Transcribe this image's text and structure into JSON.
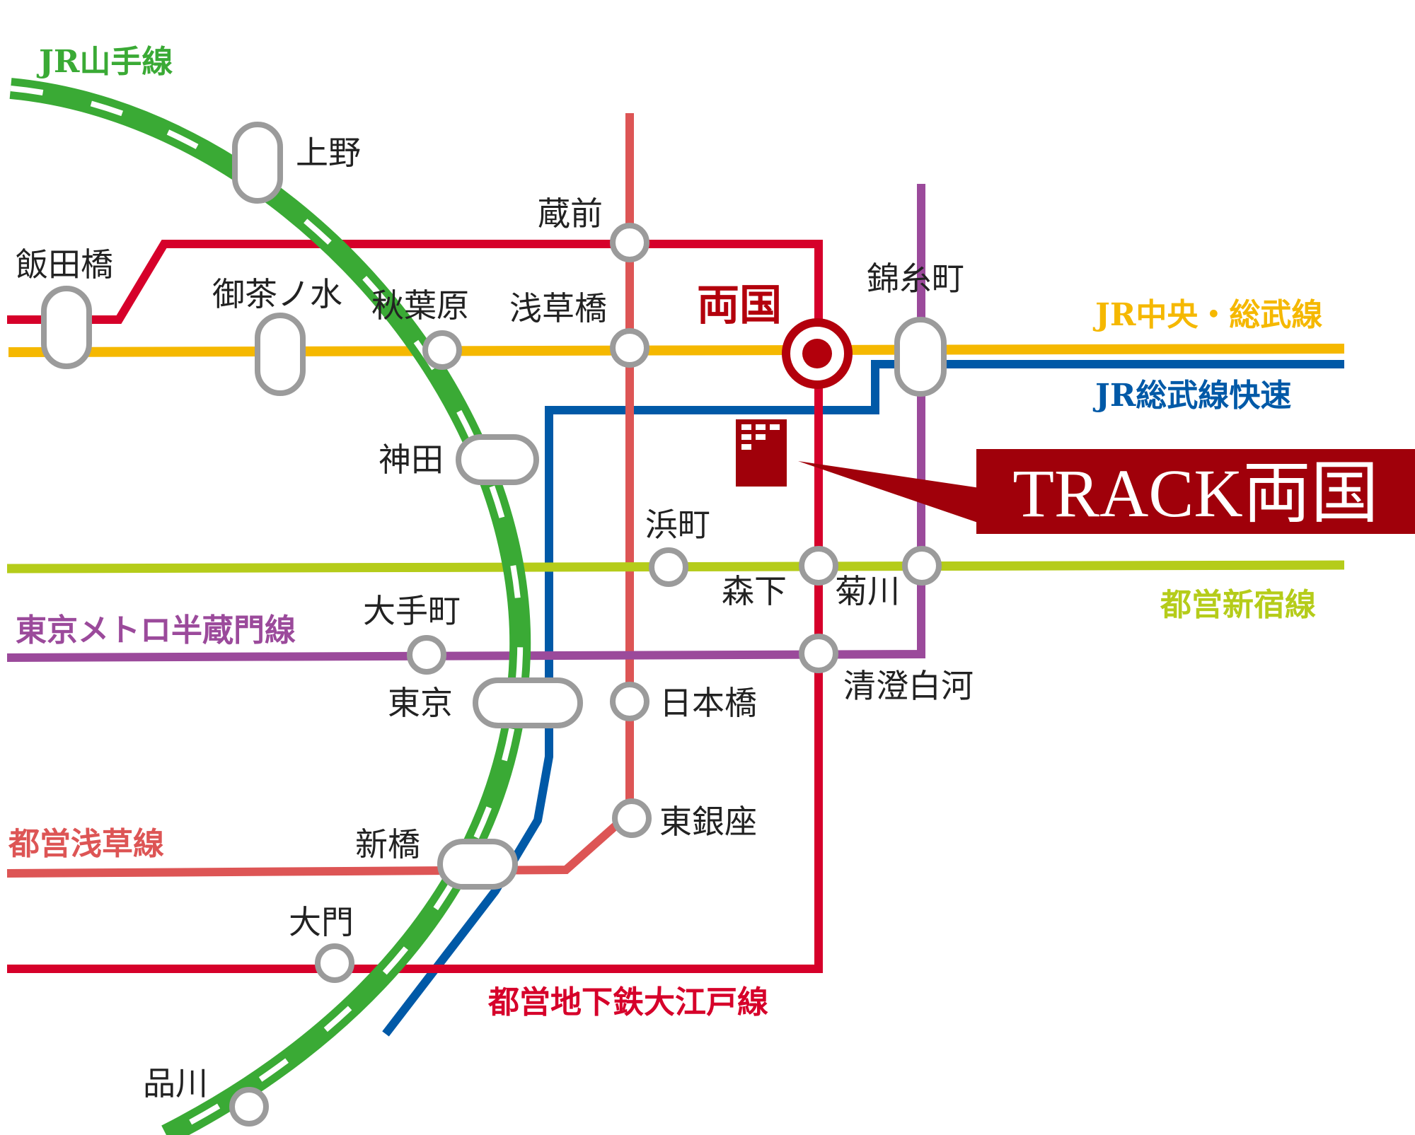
{
  "lines": {
    "yamanote": {
      "label": "JR山手線",
      "color": "#3aaa35"
    },
    "chuo_sobu": {
      "label": "JR中央・総武線",
      "color": "#f5b800"
    },
    "sobu_rapid": {
      "label": "JR総武線快速",
      "color": "#0059a7"
    },
    "shinjuku": {
      "label": "都営新宿線",
      "color": "#b5cc1a"
    },
    "hanzomon": {
      "label": "東京メトロ半蔵門線",
      "color": "#9b4a9b"
    },
    "asakusa": {
      "label": "都営浅草線",
      "color": "#dd5555"
    },
    "oedo": {
      "label": "都営地下鉄大江戸線",
      "color": "#d6002a"
    }
  },
  "stations": {
    "ueno": "上野",
    "iidabashi": "飯田橋",
    "ochanomizu": "御茶ノ水",
    "akihabara": "秋葉原",
    "kuramae": "蔵前",
    "asakusabashi": "浅草橋",
    "ryogoku": "両国",
    "kinshicho": "錦糸町",
    "kanda": "神田",
    "hamacho": "浜町",
    "morishita": "森下",
    "kikukawa": "菊川",
    "otemachi": "大手町",
    "tokyo": "東京",
    "nihombashi": "日本橋",
    "kiyosumi": "清澄白河",
    "higashiginza": "東銀座",
    "shimbashi": "新橋",
    "daimon": "大門",
    "shinagawa": "品川"
  },
  "property": {
    "name": "TRACK両国",
    "color": "#a0000a"
  },
  "highlight_color": "#b3000c"
}
